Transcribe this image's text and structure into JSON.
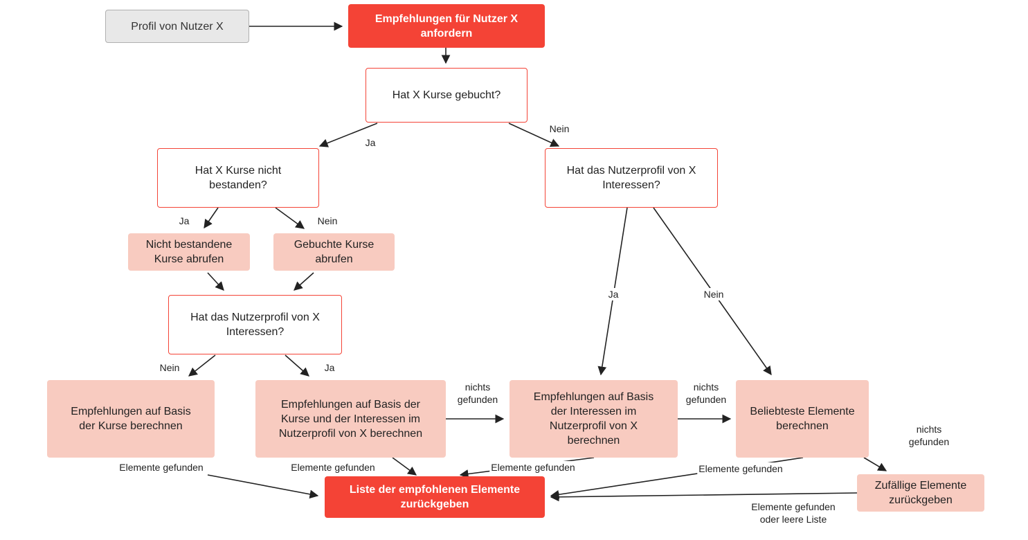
{
  "nodes": {
    "profile": "Profil von Nutzer X",
    "request": "Empfehlungen für Nutzer X\nanfordern",
    "booked": "Hat X Kurse gebucht?",
    "failed": "Hat X Kurse nicht\nbestanden?",
    "interests_right": "Hat das Nutzerprofil von X\nInteressen?",
    "get_failed": "Nicht bestandene\nKurse abrufen",
    "get_booked": "Gebuchte Kurse\nabrufen",
    "interests_mid": "Hat das Nutzerprofil von X\nInteressen?",
    "calc_courses": "Empfehlungen auf Basis\nder Kurse berechnen",
    "calc_courses_interests": "Empfehlungen auf Basis der\nKurse und der Interessen im\nNutzerprofil von X berechnen",
    "calc_interests": "Empfehlungen auf Basis\nder Interessen im\nNutzerprofil von X\nberechnen",
    "popular": "Beliebteste Elemente\nberechnen",
    "random": "Zufällige Elemente\nzurückgeben",
    "result": "Liste der empfohlenen Elemente\nzurückgeben"
  },
  "labels": {
    "booked_yes": "Ja",
    "booked_no": "Nein",
    "failed_yes": "Ja",
    "failed_no": "Nein",
    "right_yes": "Ja",
    "right_no": "Nein",
    "mid_no": "Nein",
    "mid_yes": "Ja",
    "not_found_1": "nichts\ngefunden",
    "not_found_2": "nichts\ngefunden",
    "not_found_3": "nichts\ngefunden",
    "found_1": "Elemente gefunden",
    "found_2": "Elemente gefunden",
    "found_3": "Elemente gefunden",
    "found_4": "Elemente gefunden",
    "found_or_empty": "Elemente gefunden\noder leere Liste"
  },
  "colors": {
    "accent": "#f44336",
    "action_fill": "#f8cbc0",
    "start_fill": "#e8e8e8",
    "arrow": "#222222"
  }
}
